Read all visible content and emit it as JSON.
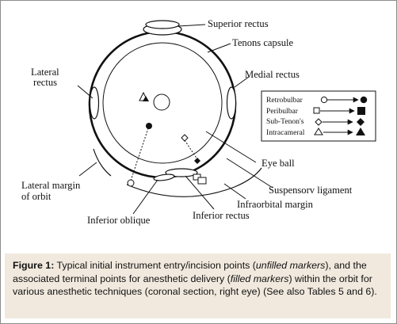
{
  "diagram": {
    "labels": {
      "superior_rectus": "Superior rectus",
      "tenons_capsule": "Tenons capsule",
      "lateral_rectus_1": "Lateral",
      "lateral_rectus_2": "rectus",
      "medial_rectus": "Medial rectus",
      "eye_ball": "Eye ball",
      "lateral_margin_1": "Lateral margin",
      "lateral_margin_2": "of orbit",
      "suspensory_ligament": "Suspensorv ligament",
      "infraorbital_margin": "Infraorbital margin",
      "inferior_oblique": "Inferior oblique",
      "inferior_rectus": "Inferior rectus"
    },
    "legend": [
      {
        "label": "Retrobulbar",
        "start_marker": "circle-open",
        "end_marker": "circle-filled"
      },
      {
        "label": "Peribulbar",
        "start_marker": "square-open",
        "end_marker": "square-filled"
      },
      {
        "label": "Sub-Tenon's",
        "start_marker": "diamond-open",
        "end_marker": "diamond-filled"
      },
      {
        "label": "Intracameral",
        "start_marker": "triangle-open",
        "end_marker": "triangle-filled"
      }
    ]
  },
  "caption": {
    "figure_label": "Figure 1:",
    "text_1": " Typical initial instrument entry/incision points (",
    "emph_1": "unfilled markers",
    "text_2": "), and the associated terminal points for anesthetic delivery (",
    "emph_2": "filled markers",
    "text_3": ") within the orbit for various anesthetic techniques (coronal section, right eye) (See also Tables 5 and 6)."
  }
}
